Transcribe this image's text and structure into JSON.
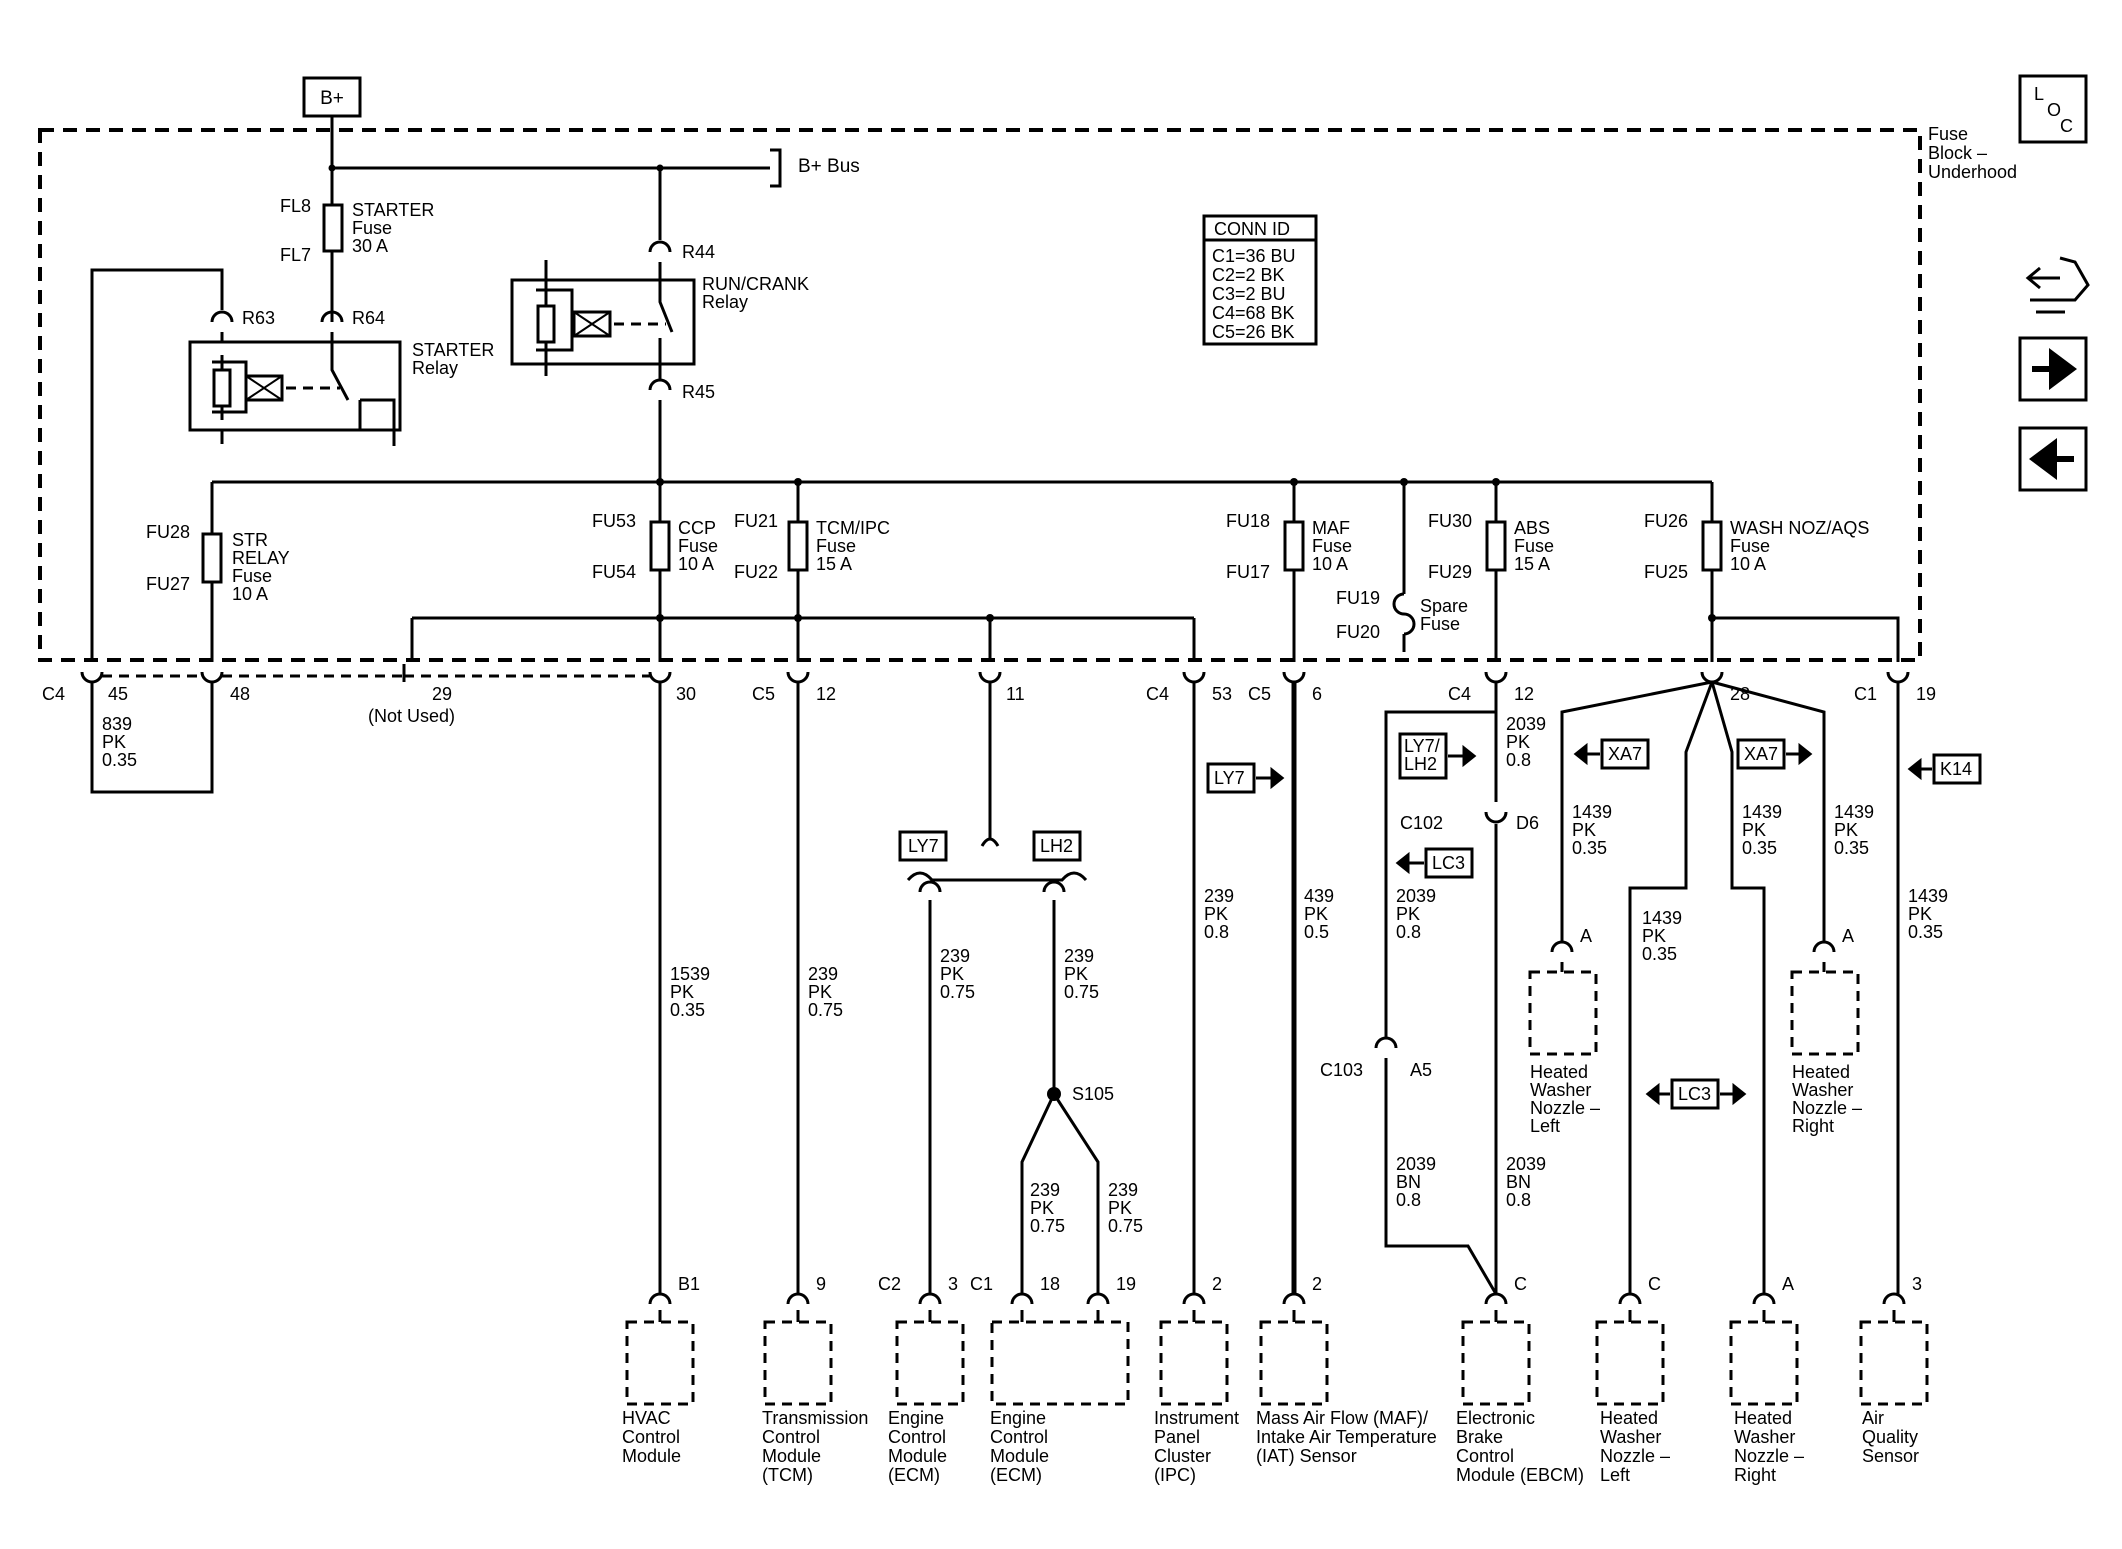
{
  "source": {
    "label": "B+"
  },
  "bus": {
    "label": "B+ Bus"
  },
  "fuse_block": {
    "label": "Fuse Block – Underhood"
  },
  "loc_icon": {
    "letters": [
      "L",
      "O",
      "C"
    ]
  },
  "conn_id": {
    "title": "CONN ID",
    "rows": [
      "C1=36 BU",
      "C2=2 BK",
      "C3=2 BU",
      "C4=68 BK",
      "C5=26 BK"
    ]
  },
  "nav": {
    "icons": [
      "schematic-swap-icon",
      "arrow-right-icon",
      "arrow-left-icon"
    ]
  },
  "fuses": {
    "starter": {
      "top": "FL8",
      "bottom": "FL7",
      "name": [
        "STARTER",
        "Fuse",
        "30 A"
      ]
    },
    "str_relay": {
      "top": "FU28",
      "bottom": "FU27",
      "name": [
        "STR",
        "RELAY",
        "Fuse",
        "10 A"
      ]
    },
    "ccp": {
      "top": "FU53",
      "bottom": "FU54",
      "name": [
        "CCP",
        "Fuse",
        "10 A"
      ]
    },
    "tcm_ipc": {
      "top": "FU21",
      "bottom": "FU22",
      "name": [
        "TCM/IPC",
        "Fuse",
        "15 A"
      ]
    },
    "maf": {
      "top": "FU18",
      "bottom": "FU17",
      "name": [
        "MAF",
        "Fuse",
        "10 A"
      ]
    },
    "spare": {
      "top": "FU19",
      "bottom": "FU20",
      "name": [
        "Spare",
        "Fuse"
      ]
    },
    "abs": {
      "top": "FU30",
      "bottom": "FU29",
      "name": [
        "ABS",
        "Fuse",
        "15 A"
      ]
    },
    "wash": {
      "top": "FU26",
      "bottom": "FU25",
      "name": [
        "WASH NOZ/AQS",
        "Fuse",
        "10 A"
      ]
    }
  },
  "relays": {
    "starter": {
      "name": [
        "STARTER",
        "Relay"
      ],
      "pins": [
        "R63",
        "R64"
      ]
    },
    "run_crank": {
      "name": [
        "RUN/CRANK",
        "Relay"
      ],
      "pins": [
        "R44",
        "R45"
      ]
    }
  },
  "connector_pins": {
    "c4_45": {
      "conn": "C4",
      "pin": "45"
    },
    "p48": "48",
    "p29": "29",
    "not_used": "(Not Used)",
    "p30": "30",
    "c5_12": {
      "conn": "C5",
      "pin": "12"
    },
    "p11": "11",
    "c4_53": {
      "conn": "C4",
      "pin": "53"
    },
    "c5_6": {
      "conn": "C5",
      "pin": "6"
    },
    "c4_12": {
      "conn": "C4",
      "pin": "12"
    },
    "p28": "28",
    "c1_19": {
      "conn": "C1",
      "pin": "19"
    }
  },
  "wires": {
    "w839": [
      "839",
      "PK",
      "0.35"
    ],
    "w1539": [
      "1539",
      "PK",
      "0.35"
    ],
    "w239_tcm": [
      "239",
      "PK",
      "0.75"
    ],
    "w239_ecm_l": [
      "239",
      "PK",
      "0.75"
    ],
    "w239_ecm_r": [
      "239",
      "PK",
      "0.75"
    ],
    "w239_s1": [
      "239",
      "PK",
      "0.75"
    ],
    "w239_s2": [
      "239",
      "PK",
      "0.75"
    ],
    "w239_ipc": [
      "239",
      "PK",
      "0.8"
    ],
    "w439": [
      "439",
      "PK",
      "0.5"
    ],
    "w2039_a": [
      "2039",
      "PK",
      "0.8"
    ],
    "w2039_b": [
      "2039",
      "PK",
      "0.8"
    ],
    "w2039_bn1": [
      "2039",
      "BN",
      "0.8"
    ],
    "w2039_bn2": [
      "2039",
      "BN",
      "0.8"
    ],
    "w1439_1": [
      "1439",
      "PK",
      "0.35"
    ],
    "w1439_2": [
      "1439",
      "PK",
      "0.35"
    ],
    "w1439_3": [
      "1439",
      "PK",
      "0.35"
    ],
    "w1439_4": [
      "1439",
      "PK",
      "0.35"
    ],
    "w1439_5": [
      "1439",
      "PK",
      "0.35"
    ]
  },
  "refs": {
    "ly7": "LY7",
    "lh2": "LH2",
    "ly7_arrow": "LY7",
    "ly7lh2": [
      "LY7/",
      "LH2"
    ],
    "lc3_a": "LC3",
    "lc3_b": "LC3",
    "xa7_l": "XA7",
    "xa7_r": "XA7",
    "k14": "K14"
  },
  "inline": {
    "c102": {
      "conn": "C102",
      "pin": "D6"
    },
    "c103": {
      "conn": "C103",
      "pin": "A5"
    },
    "s105": "S105"
  },
  "mid_components": {
    "washer_left": {
      "pin": "A",
      "name": [
        "Heated",
        "Washer",
        "Nozzle –",
        "Left"
      ]
    },
    "washer_right": {
      "pin": "A",
      "name": [
        "Heated",
        "Washer",
        "Nozzle –",
        "Right"
      ]
    }
  },
  "components": [
    {
      "pin": "B1",
      "name": [
        "HVAC",
        "Control",
        "Module"
      ]
    },
    {
      "pin": "9",
      "name": [
        "Transmission",
        "Control",
        "Module",
        "(TCM)"
      ]
    },
    {
      "conn": "C2",
      "pin": "3",
      "name": [
        "Engine",
        "Control",
        "Module",
        "(ECM)"
      ]
    },
    {
      "conn": "C1",
      "pin": "18",
      "pin2": "19",
      "name": [
        "Engine",
        "Control",
        "Module",
        "(ECM)"
      ]
    },
    {
      "pin": "2",
      "name": [
        "Instrument",
        "Panel",
        "Cluster",
        "(IPC)"
      ]
    },
    {
      "pin": "2",
      "name": [
        "Mass Air Flow (MAF)/",
        "Intake Air Temperature",
        "(IAT) Sensor"
      ]
    },
    {
      "pin": "C",
      "name": [
        "Electronic",
        "Brake",
        "Control",
        "Module (EBCM)"
      ]
    },
    {
      "pin": "C",
      "name": [
        "Heated",
        "Washer",
        "Nozzle –",
        "Left"
      ]
    },
    {
      "pin": "A",
      "name": [
        "Heated",
        "Washer",
        "Nozzle –",
        "Right"
      ]
    },
    {
      "pin": "3",
      "name": [
        "Air",
        "Quality",
        "Sensor"
      ]
    }
  ]
}
